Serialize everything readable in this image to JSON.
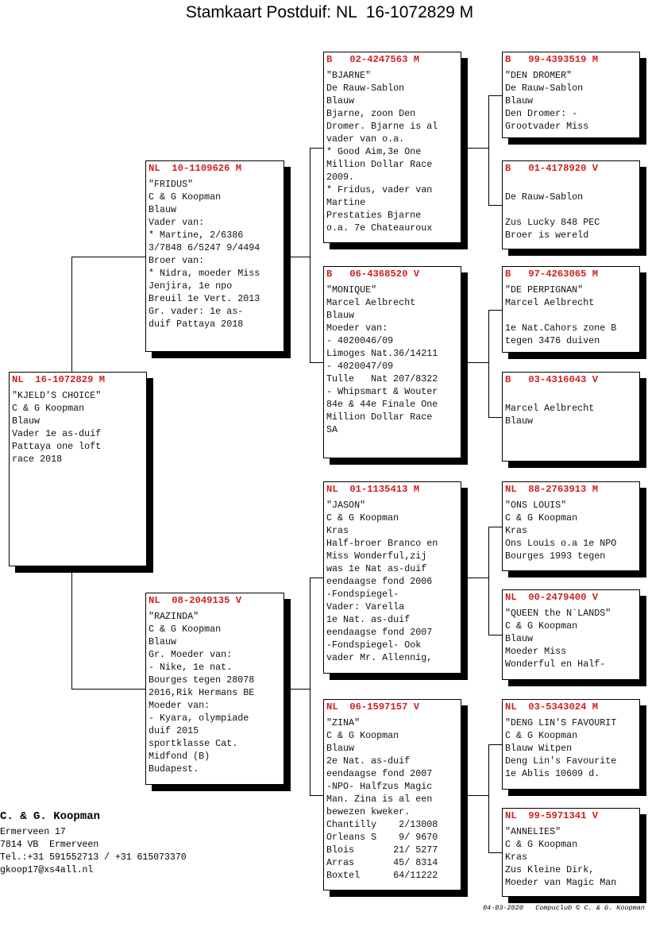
{
  "title": "Stamkaart Postduif: NL  16-1072829 M",
  "header_color": "#d02020",
  "pigeons": [
    {
      "country": "NL",
      "ring": "16-1072829",
      "sex": "M",
      "lines": [
        "\"KJELD'S CHOICE\"",
        "C & G Koopman",
        "Blauw",
        "Vader 1e as-duif",
        "Pattaya one loft",
        "race 2018"
      ]
    },
    {
      "country": "NL",
      "ring": "10-1109626",
      "sex": "M",
      "lines": [
        "\"FRIDUS\"",
        "C & G Koopman",
        "Blauw",
        "Vader van:",
        "* Martine, 2/6386",
        "3/7848 6/5247 9/4494",
        "Broer van:",
        "* Nidra, moeder Miss",
        "Jenjira, 1e npo",
        "Breuil 1e Vert. 2013",
        "Gr. vader: 1e as-",
        "duif Pattaya 2018"
      ]
    },
    {
      "country": "NL",
      "ring": "08-2049135",
      "sex": "V",
      "lines": [
        "\"RAZINDA\"",
        "C & G Koopman",
        "Blauw",
        "Gr. Moeder van:",
        "- Nike, 1e nat.",
        "Bourges tegen 28078",
        "2016,Rik Hermans BE",
        "Moeder van:",
        "- Kyara, olympiade",
        "duif 2015",
        "sportklasse Cat.",
        "Midfond (B)",
        "Budapest."
      ]
    },
    {
      "country": "B",
      "ring": "02-4247563",
      "sex": "M",
      "lines": [
        "\"BJARNE\"",
        "De Rauw-Sablon",
        "Blauw",
        "Bjarne, zoon Den",
        "Dromer. Bjarne is al",
        "vader van o.a.",
        "* Good Aim,3e One",
        "Million Dollar Race",
        "2009.",
        "* Fridus, vader van",
        "Martine",
        "Prestaties Bjarne",
        "o.a. 7e Chateauroux"
      ]
    },
    {
      "country": "B",
      "ring": "06-4368520",
      "sex": "V",
      "lines": [
        "\"MONIQUE\"",
        "Marcel Aelbrecht",
        "Blauw",
        "Moeder van:",
        "- 4020046/09",
        "Limoges Nat.36/14211",
        "- 4020047/09",
        "Tulle   Nat 207/8322",
        "- Whipsmart & Wouter",
        "84e & 44e Finale One",
        "Million Dollar Race",
        "SA"
      ]
    },
    {
      "country": "NL",
      "ring": "01-1135413",
      "sex": "M",
      "lines": [
        "\"JASON\"",
        "C & G Koopman",
        "Kras",
        "Half-broer Branco en",
        "Miss Wonderful,zij",
        "was 1e Nat as-duif",
        "eendaagse fond 2006",
        "-Fondspiegel-",
        "Vader: Varella",
        "1e Nat. as-duif",
        "eendaagse fond 2007",
        "-Fondspiegel- Ook",
        "vader Mr. Allennig,"
      ]
    },
    {
      "country": "NL",
      "ring": "06-1597157",
      "sex": "V",
      "lines": [
        "\"ZINA\"",
        "C & G Koopman",
        "Blauw",
        "2e Nat. as-duif",
        "eendaagse fond 2007",
        "-NPO- Halfzus Magic",
        "Man. Zina is al een",
        "bewezen kweker.",
        "Chantilly    2/13008",
        "Orleans S    9/ 9670",
        "Blois       21/ 5277",
        "Arras       45/ 8314",
        "Boxtel      64/11222"
      ]
    },
    {
      "country": "B",
      "ring": "99-4393519",
      "sex": "M",
      "lines": [
        "\"DEN DROMER\"",
        "De Rauw-Sablon",
        "Blauw",
        "Den Dromer: -",
        "Grootvader Miss"
      ]
    },
    {
      "country": "B",
      "ring": "01-4178920",
      "sex": "V",
      "lines": [
        "",
        "De Rauw-Sablon",
        "",
        "Zus Lucky 848 PEC",
        "Broer is wereld"
      ]
    },
    {
      "country": "B",
      "ring": "97-4263065",
      "sex": "M",
      "lines": [
        "\"DE PERPIGNAN\"",
        "Marcel Aelbrecht",
        "",
        "1e Nat.Cahors zone B",
        "tegen 3476 duiven"
      ]
    },
    {
      "country": "B",
      "ring": "03-4316043",
      "sex": "V",
      "lines": [
        "",
        "Marcel Aelbrecht",
        "Blauw"
      ]
    },
    {
      "country": "NL",
      "ring": "88-2763913",
      "sex": "M",
      "lines": [
        "\"ONS LOUIS\"",
        "C & G Koopman",
        "Kras",
        "Ons Louis o.a 1e NPO",
        "Bourges 1993 tegen"
      ]
    },
    {
      "country": "NL",
      "ring": "00-2479400",
      "sex": "V",
      "lines": [
        "\"QUEEN the N`LANDS\"",
        "C & G Koopman",
        "Blauw",
        "Moeder Miss",
        "Wonderful en Half-"
      ]
    },
    {
      "country": "NL",
      "ring": "03-5343024",
      "sex": "M",
      "lines": [
        "\"DENG LIN'S FAVOURIT",
        "C & G Koopman",
        "Blauw Witpen",
        "Deng Lin's Favourite",
        "1e Ablis 10609 d."
      ]
    },
    {
      "country": "NL",
      "ring": "99-5971341",
      "sex": "V",
      "lines": [
        "\"ANNELIES\"",
        "C & G Koopman",
        "Kras",
        "Zus Kleine Dirk,",
        "Moeder van Magic Man"
      ]
    }
  ],
  "owner": {
    "name": "C. & G. Koopman",
    "address_lines": [
      "Ermerveen 17",
      "7814 VB  Ermerveen",
      "Tel.:+31 591552713 / +31 615073370",
      "gkoop17@xs4all.nl"
    ]
  },
  "footer": "04-03-2020   Compuclub © C. & G. Koopman"
}
